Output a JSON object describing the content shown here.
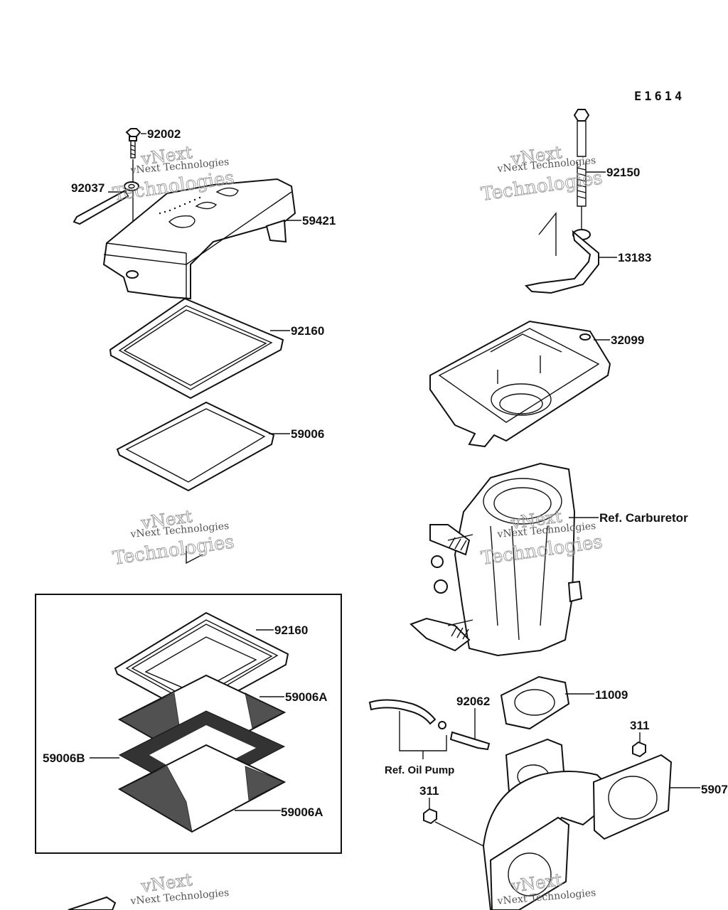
{
  "diagram": {
    "code": "E1614",
    "labels": {
      "p92002": "92002",
      "p92037": "92037",
      "p59421": "59421",
      "p92160_top": "92160",
      "p59006": "59006",
      "p92150": "92150",
      "p13183": "13183",
      "p32099": "32099",
      "ref_carburetor": "Ref. Carburetor",
      "p92160_box": "92160",
      "p59006A_top": "59006A",
      "p59006B": "59006B",
      "p59006A_bottom": "59006A",
      "p92062": "92062",
      "p11009": "11009",
      "p311_right": "311",
      "ref_oil_pump": "Ref. Oil Pump",
      "p311_left": "311",
      "p5907": "5907"
    },
    "watermark": {
      "line1": "vNext",
      "line2": "Technologies",
      "small": "vNext Technologies"
    }
  }
}
